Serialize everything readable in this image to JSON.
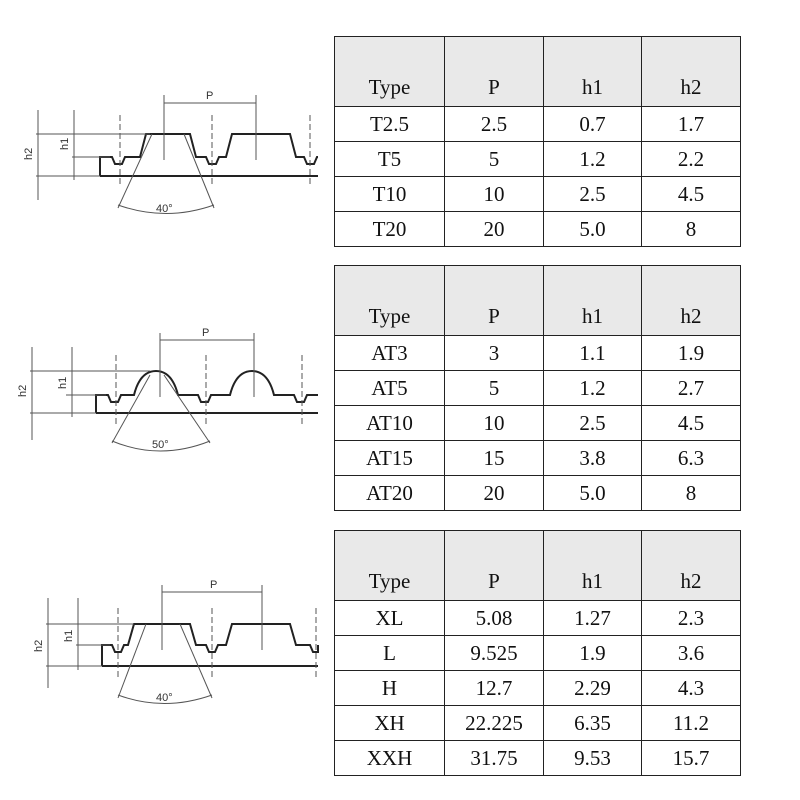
{
  "sections": [
    {
      "drawing": {
        "pitch_label": "P",
        "h1_label": "h1",
        "h2_label": "h2",
        "angle_label": "40°"
      },
      "table": {
        "headers": [
          "Type",
          "P",
          "h1",
          "h2"
        ],
        "rows": [
          [
            "T2.5",
            "2.5",
            "0.7",
            "1.7"
          ],
          [
            "T5",
            "5",
            "1.2",
            "2.2"
          ],
          [
            "T10",
            "10",
            "2.5",
            "4.5"
          ],
          [
            "T20",
            "20",
            "5.0",
            "8"
          ]
        ]
      }
    },
    {
      "drawing": {
        "pitch_label": "P",
        "h1_label": "h1",
        "h2_label": "h2",
        "angle_label": "50°"
      },
      "table": {
        "headers": [
          "Type",
          "P",
          "h1",
          "h2"
        ],
        "rows": [
          [
            "AT3",
            "3",
            "1.1",
            "1.9"
          ],
          [
            "AT5",
            "5",
            "1.2",
            "2.7"
          ],
          [
            "AT10",
            "10",
            "2.5",
            "4.5"
          ],
          [
            "AT15",
            "15",
            "3.8",
            "6.3"
          ],
          [
            "AT20",
            "20",
            "5.0",
            "8"
          ]
        ]
      }
    },
    {
      "drawing": {
        "pitch_label": "P",
        "h1_label": "h1",
        "h2_label": "h2",
        "angle_label": "40°"
      },
      "table": {
        "headers": [
          "Type",
          "P",
          "h1",
          "h2"
        ],
        "rows": [
          [
            "XL",
            "5.08",
            "1.27",
            "2.3"
          ],
          [
            "L",
            "9.525",
            "1.9",
            "3.6"
          ],
          [
            "H",
            "12.7",
            "2.29",
            "4.3"
          ],
          [
            "XH",
            "22.225",
            "6.35",
            "11.2"
          ],
          [
            "XXH",
            "31.75",
            "9.53",
            "15.7"
          ]
        ]
      }
    }
  ]
}
